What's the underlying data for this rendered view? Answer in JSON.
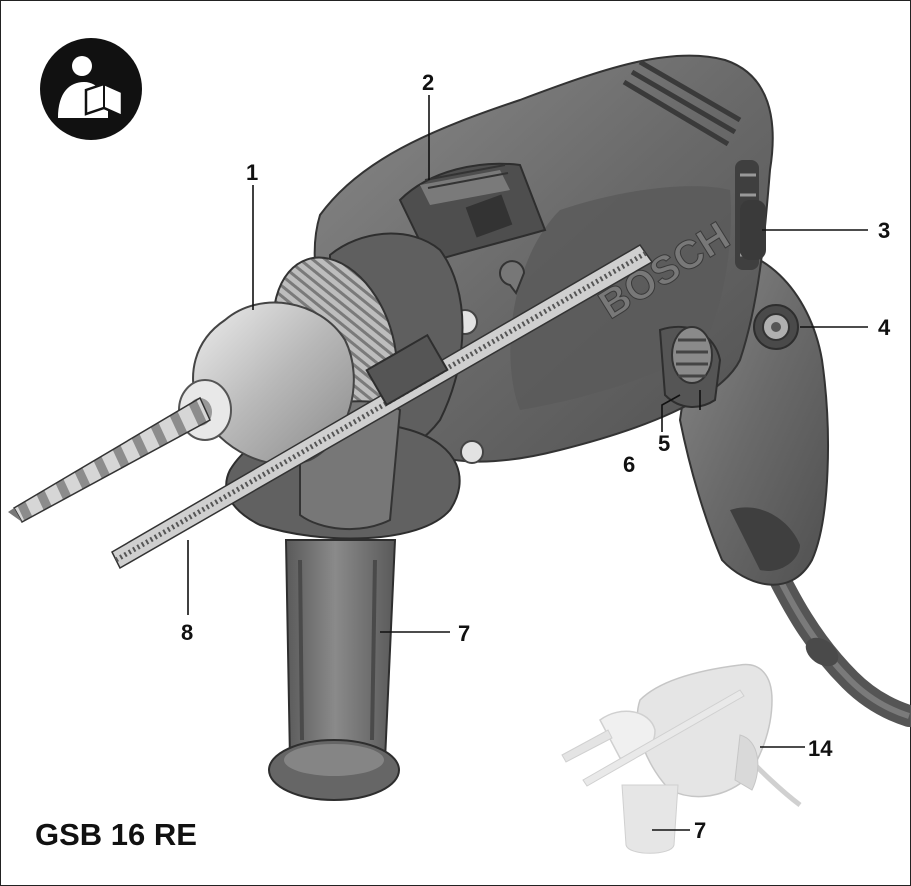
{
  "model_label": "GSB 16 RE",
  "brand_text": "BOSCH",
  "warning_icon": "read-manual-icon",
  "callouts": {
    "c1": "1",
    "c2": "2",
    "c3": "3",
    "c4": "4",
    "c5": "5",
    "c6": "6",
    "c7": "7",
    "c8": "8",
    "c7b": "7",
    "c14": "14"
  },
  "colors": {
    "housing": "#6e6e6e",
    "housing_dark": "#4a4a4a",
    "housing_light": "#9a9a9a",
    "metal": "#c9c9c9",
    "ghost": "#d8d8d8",
    "ink": "#111111"
  }
}
